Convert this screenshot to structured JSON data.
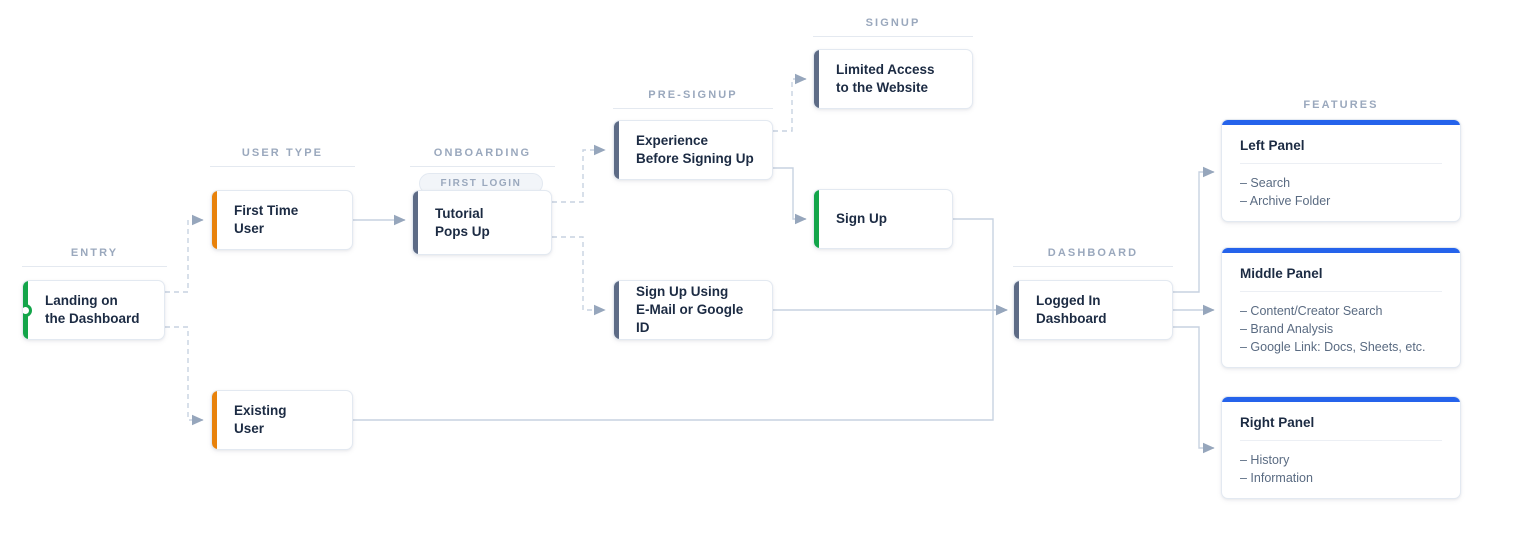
{
  "sections": [
    {
      "label": "ENTRY"
    },
    {
      "label": "USER TYPE"
    },
    {
      "label": "ONBOARDING"
    },
    {
      "label": "PRE-SIGNUP"
    },
    {
      "label": "SIGNUP"
    },
    {
      "label": "DASHBOARD"
    },
    {
      "label": "FEATURES"
    }
  ],
  "badges": {
    "first_login": "FIRST LOGIN"
  },
  "nodes": {
    "entry": {
      "line1": "Landing on",
      "line2": "the Dashboard",
      "accent": "#13a54a"
    },
    "first_time": {
      "line1": "First Time",
      "line2": "User",
      "accent": "#e8820c"
    },
    "existing": {
      "line1": "Existing",
      "line2": "User",
      "accent": "#e8820c"
    },
    "tutorial": {
      "line1": "Tutorial",
      "line2": "Pops Up",
      "accent": "#5d6b86"
    },
    "experience": {
      "line1": "Experience",
      "line2": "Before Signing Up",
      "accent": "#5d6b86"
    },
    "limited": {
      "line1": "Limited Access",
      "line2": "to the Website",
      "accent": "#5d6b86"
    },
    "signup": {
      "line1": "Sign Up",
      "line2": "",
      "accent": "#13a54a"
    },
    "signup_email": {
      "line1": "Sign Up Using",
      "line2": "E-Mail or Google ID",
      "accent": "#5d6b86"
    },
    "dashboard": {
      "line1": "Logged In",
      "line2": "Dashboard",
      "accent": "#5d6b86"
    }
  },
  "panels": {
    "left": {
      "title": "Left Panel",
      "items": [
        "– Search",
        "– Archive Folder"
      ]
    },
    "middle": {
      "title": "Middle Panel",
      "items": [
        "– Content/Creator Search",
        "– Brand Analysis",
        "– Google Link: Docs, Sheets, etc."
      ]
    },
    "right": {
      "title": "Right Panel",
      "items": [
        "– History",
        "– Information"
      ]
    }
  },
  "colors": {
    "accent_blue": "#2563eb",
    "accent_green": "#13a54a",
    "accent_orange": "#e8820c",
    "accent_slate": "#5d6b86",
    "connector": "#c7d2e0",
    "section_label": "#9aa8bd"
  }
}
